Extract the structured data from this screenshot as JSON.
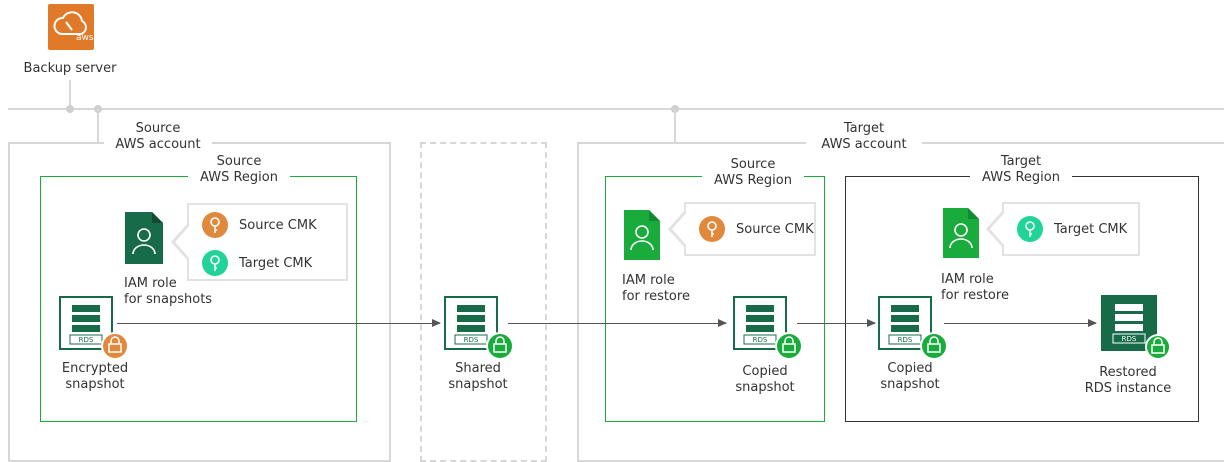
{
  "backup_server": {
    "label": "Backup server",
    "icon": "aws-cloud-icon",
    "icon_text": "aws",
    "color": "#e07a28"
  },
  "source_account": {
    "title_line1": "Source",
    "title_line2": "AWS account",
    "region": {
      "title_line1": "Source",
      "title_line2": "AWS Region",
      "iam_label_line1": "IAM role",
      "iam_label_line2": "for snapshots",
      "cmk_source": "Source CMK",
      "cmk_target": "Target CMK",
      "snapshot_line1": "Encrypted",
      "snapshot_line2": "snapshot"
    }
  },
  "shared": {
    "label_line1": "Shared",
    "label_line2": "snapshot"
  },
  "target_account": {
    "title_line1": "Target",
    "title_line2": "AWS account",
    "source_region": {
      "title_line1": "Source",
      "title_line2": "AWS Region",
      "iam_label_line1": "IAM role",
      "iam_label_line2": "for restore",
      "cmk": "Source CMK",
      "snapshot_line1": "Copied",
      "snapshot_line2": "snapshot"
    },
    "target_region": {
      "title_line1": "Target",
      "title_line2": "AWS Region",
      "iam_label_line1": "IAM role",
      "iam_label_line2": "for restore",
      "cmk": "Target CMK",
      "snapshot_line1": "Copied",
      "snapshot_line2": "snapshot",
      "instance_line1": "Restored",
      "instance_line2": "RDS instance"
    }
  },
  "rds_text": "RDS",
  "colors": {
    "green": "#1aab3d",
    "dark_green": "#176b48",
    "orange": "#e0893c",
    "teal": "#1fd496",
    "gray_line": "#d7d7d7",
    "dark_line": "#333333"
  }
}
